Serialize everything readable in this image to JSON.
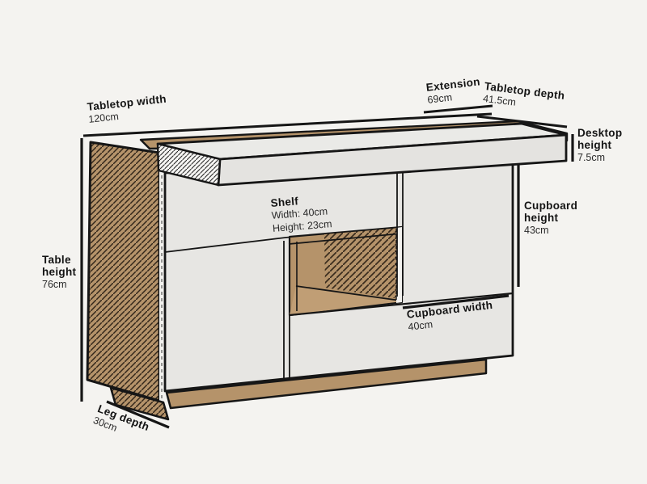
{
  "diagram": {
    "title_context": "furniture-dimension-diagram",
    "labels": {
      "tabletop_width": {
        "name": "Tabletop width",
        "value": "120cm"
      },
      "extension": {
        "name": "Extension",
        "value": "69cm"
      },
      "tabletop_depth": {
        "name": "Tabletop depth",
        "value": "41.5cm"
      },
      "desktop_height": {
        "name_line1": "Desktop",
        "name_line2": "height",
        "value": "7.5cm"
      },
      "cupboard_height": {
        "name_line1": "Cupboard",
        "name_line2": "height",
        "value": "43cm"
      },
      "table_height": {
        "name_line1": "Table",
        "name_line2": "height",
        "value": "76cm"
      },
      "shelf": {
        "name": "Shelf",
        "width": "Width: 40cm",
        "height": "Height: 23cm"
      },
      "cupboard_width": {
        "name": "Cupboard width",
        "value": "40cm"
      },
      "leg_depth": {
        "name": "Leg depth",
        "value": "30cm"
      }
    },
    "colors": {
      "background": "#f4f3f0",
      "wood": "#b5936a",
      "wood_floor": "#c09e75",
      "panel_gray": "#e7e6e3",
      "slab_top_gray": "#eaeae7",
      "slab_front_gray": "#e4e3e0",
      "outline": "#161616"
    }
  }
}
